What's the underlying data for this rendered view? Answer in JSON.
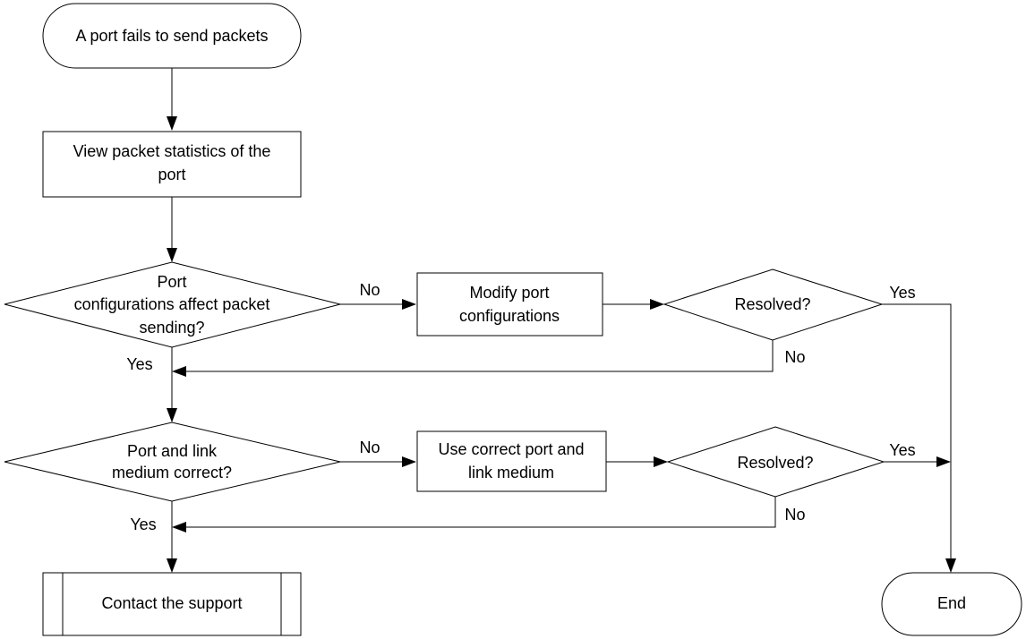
{
  "flowchart": {
    "start": "A port fails to send packets",
    "view_stats": [
      "View packet statistics of the",
      "port"
    ],
    "decision_config": [
      "Port",
      "configurations affect packet",
      "sending?"
    ],
    "modify_config": [
      "Modify port",
      "configurations"
    ],
    "resolved_1": "Resolved?",
    "decision_medium": [
      "Port and link",
      "medium correct?"
    ],
    "use_medium": [
      "Use correct port and",
      "link medium"
    ],
    "resolved_2": "Resolved?",
    "contact_support": "Contact the support",
    "end": "End",
    "edge_labels": {
      "config_no": "No",
      "config_yes": "Yes",
      "resolved1_yes": "Yes",
      "resolved1_no": "No",
      "medium_no": "No",
      "medium_yes": "Yes",
      "resolved2_yes": "Yes",
      "resolved2_no": "No"
    }
  }
}
